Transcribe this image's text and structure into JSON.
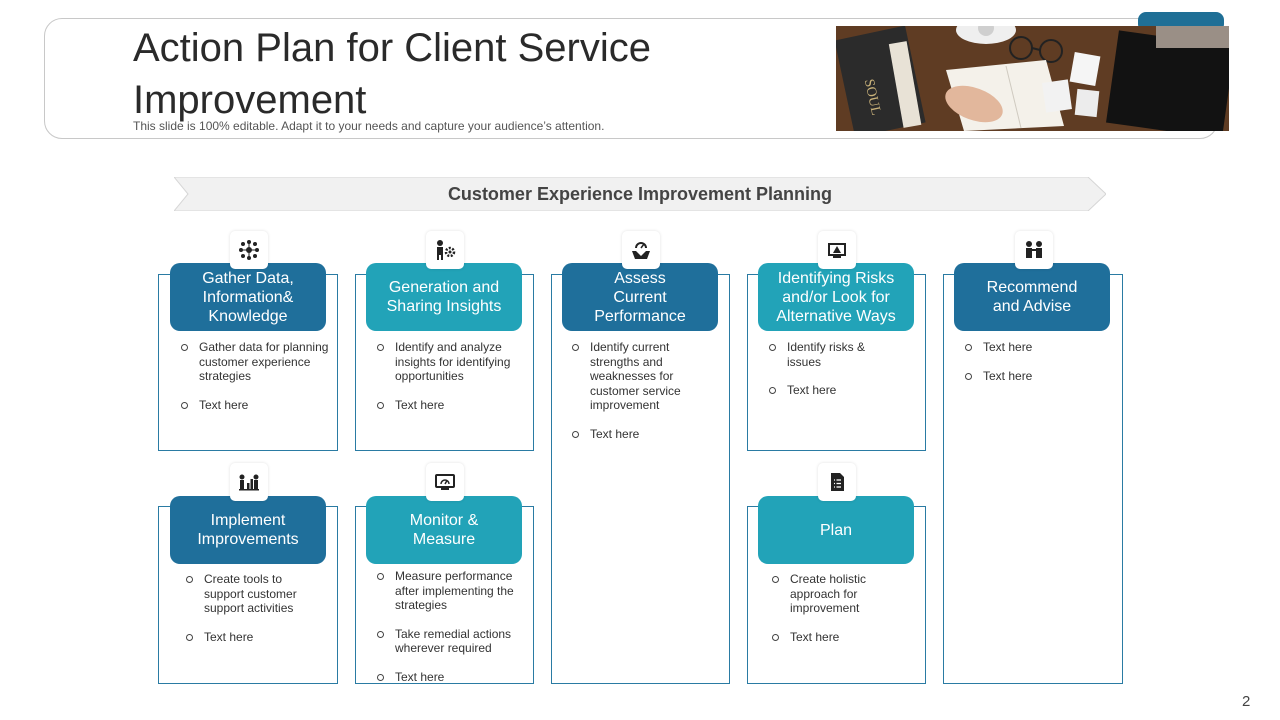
{
  "header": {
    "title": "Action Plan for Client Service Improvement",
    "subtitle": "This slide is 100% editable. Adapt it to your needs and capture your audience’s attention."
  },
  "banner": {
    "label": "Customer Experience Improvement Planning"
  },
  "colors": {
    "dark_blue": "#1f6f9b",
    "teal": "#22a3b8",
    "border": "#2a7ba3"
  },
  "cards": {
    "gather": {
      "title": "Gather Data, Information& Knowledge",
      "icon": "network-icon",
      "bullets": [
        "Gather data for planning customer experience strategies",
        "Text here"
      ]
    },
    "generation": {
      "title": "Generation and Sharing Insights",
      "icon": "person-gear-icon",
      "bullets": [
        "Identify and analyze insights for identifying opportunities",
        "Text here"
      ]
    },
    "assess": {
      "title": "Assess Current Performance",
      "icon": "hand-gauge-icon",
      "bullets": [
        "Identify current strengths and weaknesses for customer service improvement",
        "Text here"
      ]
    },
    "risks": {
      "title": "Identifying Risks and/or Look for Alternative Ways",
      "icon": "warning-monitor-icon",
      "bullets": [
        "Identify risks & issues",
        "Text here"
      ]
    },
    "recommend": {
      "title": "Recommend and Advise",
      "icon": "two-people-icon",
      "bullets": [
        "Text here",
        "Text here"
      ]
    },
    "implement": {
      "title": "Implement Improvements",
      "icon": "people-chart-icon",
      "bullets": [
        "Create tools to support customer support activities",
        "Text here"
      ]
    },
    "monitor": {
      "title": "Monitor & Measure",
      "icon": "monitor-gauge-icon",
      "bullets": [
        "Measure performance after implementing the strategies",
        "Take remedial actions wherever required",
        "Text here"
      ]
    },
    "plan": {
      "title": "Plan",
      "icon": "checklist-icon",
      "bullets": [
        "Create holistic approach for improvement",
        "Text here"
      ]
    }
  },
  "page_number": "2"
}
